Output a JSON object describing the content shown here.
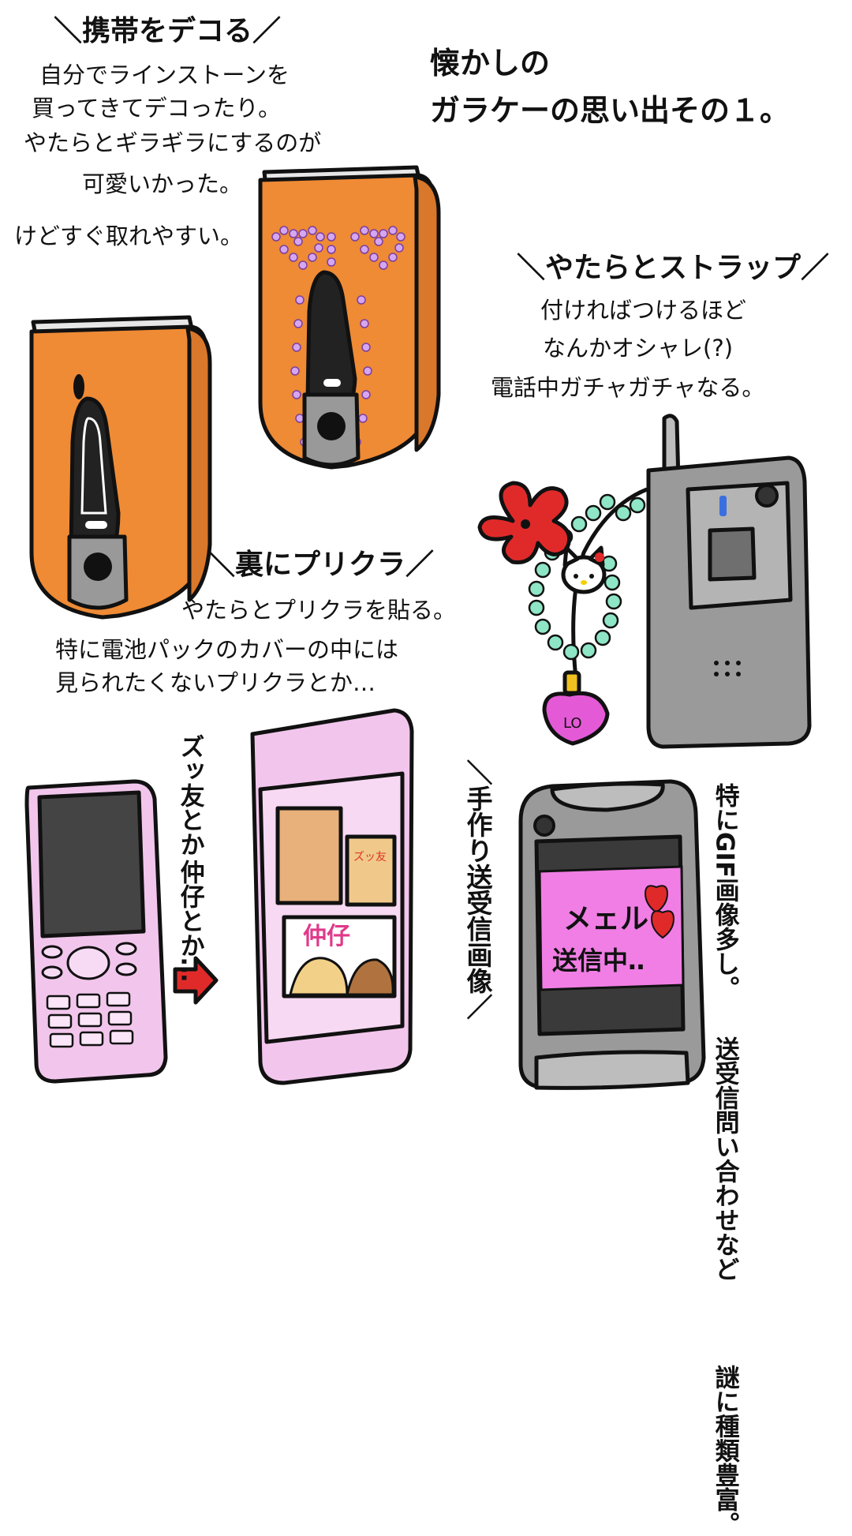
{
  "title": {
    "line1": "懐かしの",
    "line2": "ガラケーの思い出その１。"
  },
  "deco": {
    "heading": "＼携帯をデコる／",
    "lines": [
      "自分でラインストーンを",
      "買ってきてデコったり。",
      "やたらとギラギラにするのが",
      "可愛いかった。",
      "けどすぐ取れやすい。"
    ]
  },
  "strap": {
    "heading": "＼やたらとストラップ／",
    "lines": [
      "付ければつけるほど",
      "なんかオシャレ(?)",
      "電話中ガチャガチャなる。"
    ],
    "charm_text": "LO"
  },
  "purikura": {
    "heading": "＼裏にプリクラ／",
    "lines": [
      "やたらとプリクラを貼る。",
      "特に電池パックのカバーの中には",
      "見られたくないプリクラとか…"
    ],
    "vertical_lines": [
      "ズッ友とか",
      "仲仔とか…"
    ],
    "sticker_small": "ズッ友",
    "sticker_large": "仲仔"
  },
  "gif": {
    "vertical_heading": "＼手作り送受信画像／",
    "vertical_lines": [
      "特にGIF画像多し。",
      "送受信問い合わせなど",
      "謎に種類豊富。"
    ],
    "screen_line1": "メェル",
    "screen_line2": "送信中‥"
  },
  "colors": {
    "orange": "#ef8a35",
    "pink": "#f2c6ec",
    "magenta": "#e45ad6",
    "gray": "#9a9a9a",
    "red": "#e02a2a",
    "mint": "#8ee6c6",
    "screen": "#f07ee4"
  }
}
